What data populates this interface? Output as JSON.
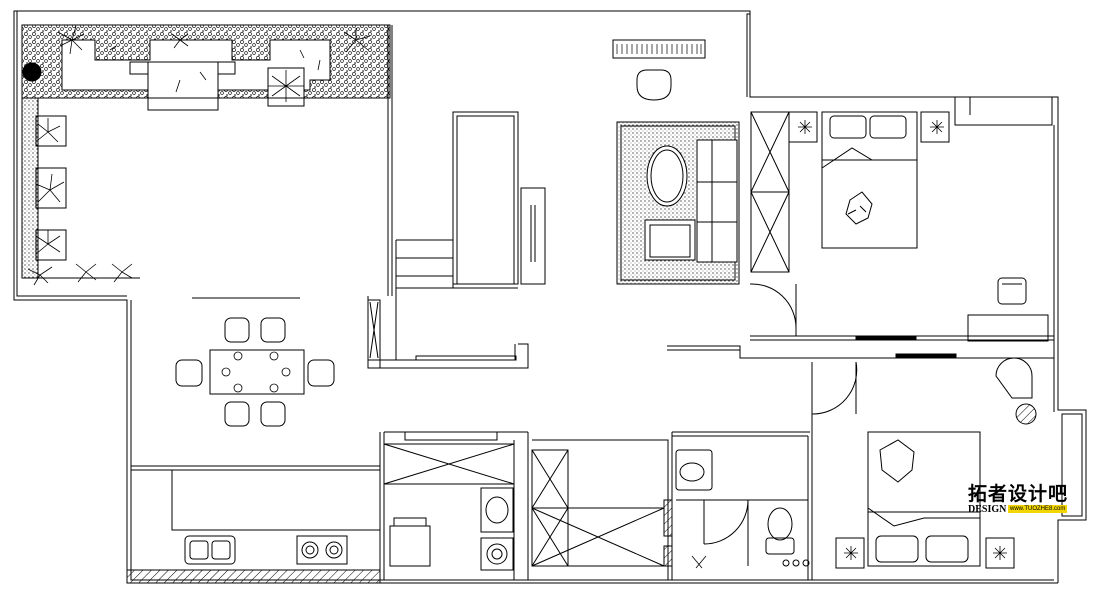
{
  "logo": {
    "main": "拓者设计吧",
    "sub": "DESIGN",
    "url": "www.TUOZHE8.com",
    "accent_color": "#f2d600"
  },
  "colors": {
    "line": "#000000",
    "background": "#ffffff"
  }
}
